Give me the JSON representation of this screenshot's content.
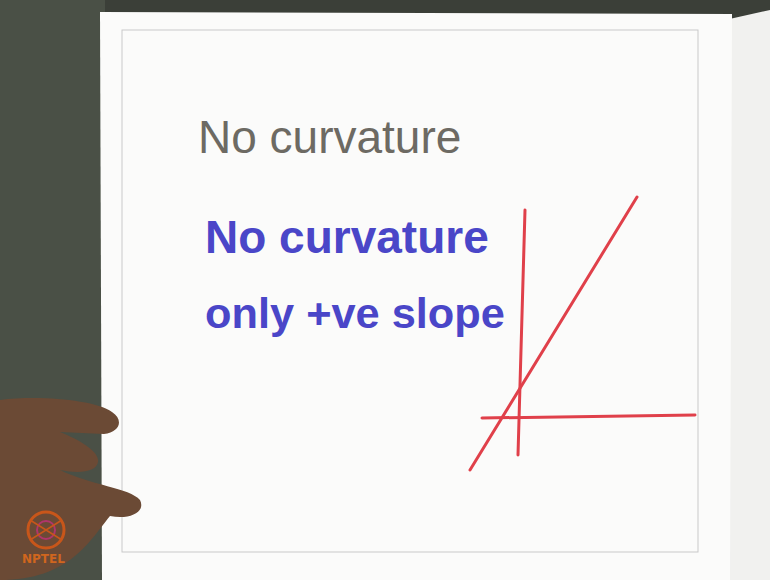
{
  "diagram": {
    "labels": [
      "No curvature",
      "No curvature",
      "only +ve slope",
      "NPTEL"
    ]
  }
}
